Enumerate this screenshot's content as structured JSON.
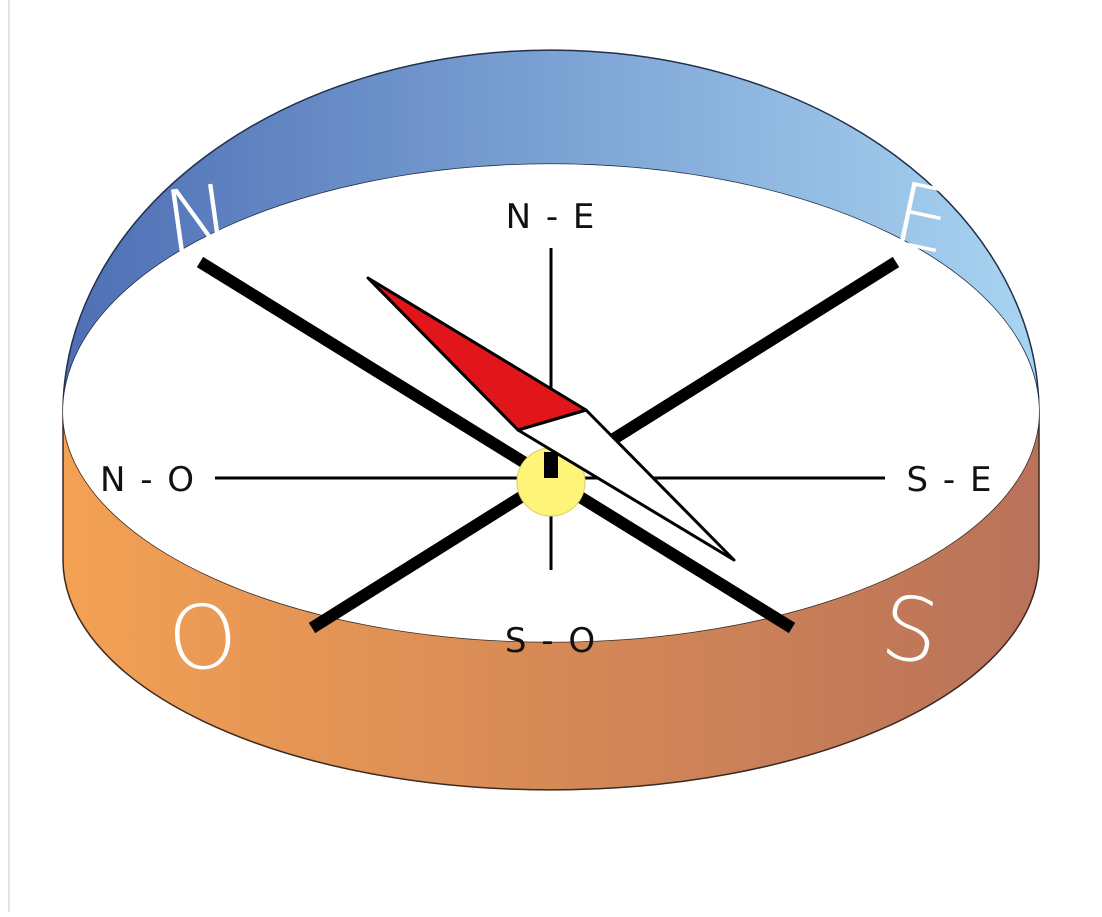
{
  "cardinals": {
    "north": "N",
    "east": "E",
    "south": "S",
    "west": "O"
  },
  "intercardinals": {
    "northeast": "N - E",
    "southeast": "S - E",
    "southwest": "S - O",
    "northwest": "N - O"
  },
  "colors": {
    "top_band_dark": "#4e6fb5",
    "top_band_light": "#a9d4f1",
    "bottom_band_left": "#f3a153",
    "bottom_band_right": "#b9725a",
    "needle_north": "#e0161b",
    "needle_south": "#ffffff",
    "pivot": "#fff47a",
    "axes": "#000000"
  }
}
